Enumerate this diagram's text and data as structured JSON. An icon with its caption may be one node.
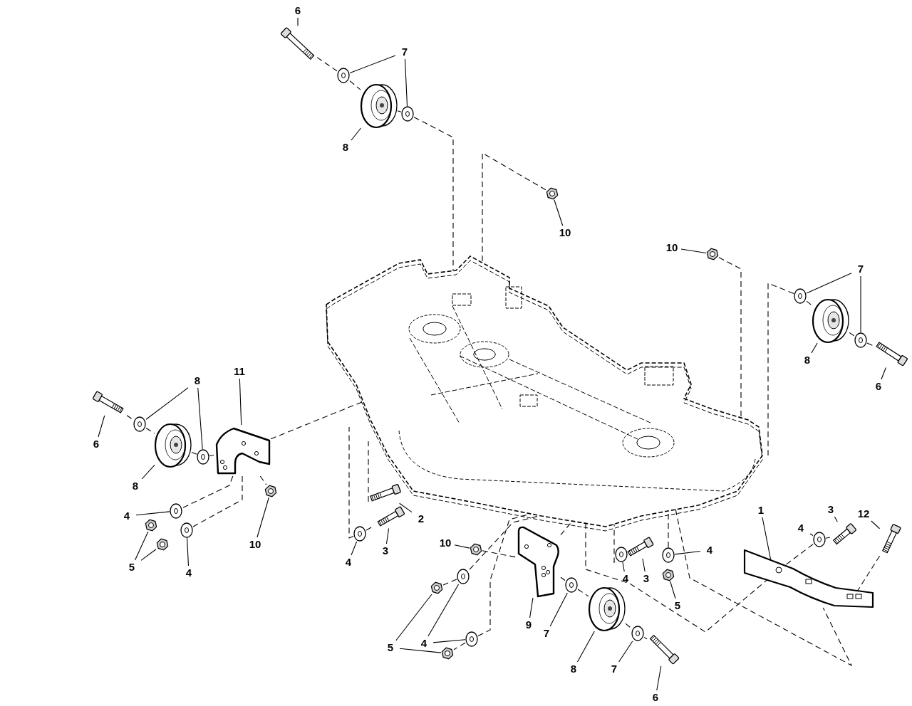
{
  "diagram": {
    "nodes": [
      {
        "text": [
          "6"
        ]
      },
      {
        "text": [],
        "shape": "bolt"
      },
      {
        "text": [
          "7"
        ]
      },
      {
        "text": [],
        "shape": "washer"
      },
      {
        "text": [],
        "shape": "washer"
      },
      {
        "text": [],
        "shape": "wheel"
      },
      {
        "text": [
          "8"
        ]
      },
      {
        "text": [],
        "shape": "nut"
      },
      {
        "text": [
          "10"
        ]
      },
      {
        "text": [
          "10"
        ]
      },
      {
        "text": [],
        "shape": "nut"
      },
      {
        "text": [
          "7"
        ]
      },
      {
        "text": [],
        "shape": "washer"
      },
      {
        "text": [],
        "shape": "wheel"
      },
      {
        "text": [],
        "shape": "washer"
      },
      {
        "text": [],
        "shape": "bolt"
      },
      {
        "text": [
          "8"
        ]
      },
      {
        "text": [
          "6"
        ]
      },
      {
        "text": [],
        "shape": "picture"
      },
      {
        "text": [
          "11"
        ]
      },
      {
        "text": [
          "8"
        ]
      },
      {
        "text": [],
        "shape": "bolt"
      },
      {
        "text": [],
        "shape": "washer"
      },
      {
        "text": [],
        "shape": "wheel"
      },
      {
        "text": [],
        "shape": "washer"
      },
      {
        "text": [],
        "shape": "bracket"
      },
      {
        "text": [
          "6"
        ]
      },
      {
        "text": [
          "8"
        ]
      },
      {
        "text": [],
        "shape": "nut"
      },
      {
        "text": [],
        "shape": "bolt"
      },
      {
        "text": [
          "2"
        ]
      },
      {
        "text": [],
        "shape": "washer"
      },
      {
        "text": [
          "4"
        ]
      },
      {
        "text": [],
        "shape": "nut"
      },
      {
        "text": [],
        "shape": "washer"
      },
      {
        "text": [],
        "shape": "nut"
      },
      {
        "text": [],
        "shape": "bolt"
      },
      {
        "text": [],
        "shape": "washer"
      },
      {
        "text": [
          "10"
        ]
      },
      {
        "text": [
          "3"
        ]
      },
      {
        "text": [
          "4"
        ]
      },
      {
        "text": [
          "5"
        ]
      },
      {
        "text": [
          "4"
        ]
      },
      {
        "text": [
          "10"
        ]
      },
      {
        "text": [],
        "shape": "nut"
      },
      {
        "text": [],
        "shape": "bracket"
      },
      {
        "text": [],
        "shape": "bolt"
      },
      {
        "text": [],
        "shape": "washer"
      },
      {
        "text": [],
        "shape": "washer"
      },
      {
        "text": [
          "4"
        ]
      },
      {
        "text": [],
        "shape": "nut"
      },
      {
        "text": [
          "4"
        ]
      },
      {
        "text": [
          "3"
        ]
      },
      {
        "text": [
          "5"
        ]
      },
      {
        "text": [
          "1"
        ]
      },
      {
        "text": [
          "3"
        ]
      },
      {
        "text": [
          "12"
        ]
      },
      {
        "text": [
          "4"
        ]
      },
      {
        "text": [],
        "shape": "bolt"
      },
      {
        "text": [],
        "shape": "washer"
      },
      {
        "text": [],
        "shape": "bolt"
      },
      {
        "text": [],
        "shape": "bar"
      },
      {
        "text": [],
        "shape": "washer"
      },
      {
        "text": [],
        "shape": "nut"
      },
      {
        "text": [],
        "shape": "washer"
      },
      {
        "text": [],
        "shape": "wheel"
      },
      {
        "text": [],
        "shape": "washer"
      },
      {
        "text": [],
        "shape": "nut"
      },
      {
        "text": [],
        "shape": "washer"
      },
      {
        "text": [],
        "shape": "bolt"
      },
      {
        "text": [
          "9"
        ]
      },
      {
        "text": [
          "7"
        ]
      },
      {
        "text": [
          "4"
        ]
      },
      {
        "text": [
          "5"
        ]
      },
      {
        "text": [
          "8"
        ]
      },
      {
        "text": [
          "7"
        ]
      },
      {
        "text": [
          "6"
        ]
      }
    ],
    "edges": [
      {
        "from": 0,
        "to": 1,
        "arrow": "none"
      },
      {
        "from": 2,
        "to": 3,
        "arrow": "none"
      },
      {
        "from": 2,
        "to": 4,
        "arrow": "none"
      },
      {
        "from": 6,
        "to": 5,
        "arrow": "none"
      },
      {
        "from": 8,
        "to": 7,
        "arrow": "none"
      },
      {
        "from": 9,
        "to": 10,
        "arrow": "none"
      },
      {
        "from": 11,
        "to": 12,
        "arrow": "none"
      },
      {
        "from": 11,
        "to": 14,
        "arrow": "none"
      },
      {
        "from": 16,
        "to": 13,
        "arrow": "none"
      },
      {
        "from": 17,
        "to": 15,
        "arrow": "none"
      },
      {
        "from": 19,
        "to": 25,
        "arrow": "none"
      },
      {
        "from": 20,
        "to": 22,
        "arrow": "none"
      },
      {
        "from": 20,
        "to": 24,
        "arrow": "none"
      },
      {
        "from": 26,
        "to": 21,
        "arrow": "none"
      },
      {
        "from": 27,
        "to": 23,
        "arrow": "none"
      },
      {
        "from": 38,
        "to": 28,
        "arrow": "none"
      },
      {
        "from": 30,
        "to": 29,
        "arrow": "none"
      },
      {
        "from": 32,
        "to": 31,
        "arrow": "none"
      },
      {
        "from": 39,
        "to": 36,
        "arrow": "none"
      },
      {
        "from": 40,
        "to": 37,
        "arrow": "none"
      },
      {
        "from": 41,
        "to": 33,
        "arrow": "none"
      },
      {
        "from": 41,
        "to": 35,
        "arrow": "none"
      },
      {
        "from": 42,
        "to": 34,
        "arrow": "none"
      },
      {
        "from": 43,
        "to": 44,
        "arrow": "none"
      },
      {
        "from": 70,
        "to": 45,
        "arrow": "none"
      },
      {
        "from": 51,
        "to": 47,
        "arrow": "none"
      },
      {
        "from": 52,
        "to": 46,
        "arrow": "none"
      },
      {
        "from": 49,
        "to": 48,
        "arrow": "none"
      },
      {
        "from": 53,
        "to": 50,
        "arrow": "none"
      },
      {
        "from": 54,
        "to": 61,
        "arrow": "none"
      },
      {
        "from": 55,
        "to": 58,
        "arrow": "none"
      },
      {
        "from": 56,
        "to": 60,
        "arrow": "none"
      },
      {
        "from": 57,
        "to": 59,
        "arrow": "none"
      },
      {
        "from": 72,
        "to": 62,
        "arrow": "none"
      },
      {
        "from": 72,
        "to": 66,
        "arrow": "none"
      },
      {
        "from": 73,
        "to": 63,
        "arrow": "none"
      },
      {
        "from": 73,
        "to": 67,
        "arrow": "none"
      },
      {
        "from": 71,
        "to": 64,
        "arrow": "none"
      },
      {
        "from": 74,
        "to": 65,
        "arrow": "none"
      },
      {
        "from": 75,
        "to": 68,
        "arrow": "none"
      },
      {
        "from": 76,
        "to": 69,
        "arrow": "none"
      },
      {
        "from": 1,
        "to": 3,
        "arrow": "none",
        "style": "dashed"
      },
      {
        "from": 3,
        "to": 5,
        "arrow": "none",
        "style": "dashed"
      },
      {
        "from": 5,
        "to": 4,
        "arrow": "none",
        "style": "dashed"
      },
      {
        "from": 4,
        "to": 18,
        "arrow": "none",
        "style": "dashed"
      },
      {
        "from": 7,
        "to": 18,
        "arrow": "none",
        "style": "dashed"
      },
      {
        "from": 10,
        "to": 18,
        "arrow": "none",
        "style": "dashed"
      },
      {
        "from": 12,
        "to": 18,
        "arrow": "none",
        "style": "dashed"
      },
      {
        "from": 12,
        "to": 13,
        "arrow": "none",
        "style": "dashed"
      },
      {
        "from": 13,
        "to": 14,
        "arrow": "none",
        "style": "dashed"
      },
      {
        "from": 14,
        "to": 15,
        "arrow": "none",
        "style": "dashed"
      },
      {
        "from": 21,
        "to": 22,
        "arrow": "none",
        "style": "dashed"
      },
      {
        "from": 22,
        "to": 23,
        "arrow": "none",
        "style": "dashed"
      },
      {
        "from": 23,
        "to": 24,
        "arrow": "none",
        "style": "dashed"
      },
      {
        "from": 24,
        "to": 25,
        "arrow": "none",
        "style": "dashed"
      },
      {
        "from": 25,
        "to": 18,
        "arrow": "none",
        "style": "dashed"
      },
      {
        "from": 25,
        "to": 31,
        "arrow": "none",
        "style": "dashed"
      },
      {
        "from": 25,
        "to": 34,
        "arrow": "none",
        "style": "dashed"
      },
      {
        "from": 25,
        "to": 28,
        "arrow": "none",
        "style": "dashed"
      },
      {
        "from": 29,
        "to": 18,
        "arrow": "none",
        "style": "dashed"
      },
      {
        "from": 37,
        "to": 36,
        "arrow": "none",
        "style": "dashed"
      },
      {
        "from": 37,
        "to": 18,
        "arrow": "none",
        "style": "dashed"
      },
      {
        "from": 44,
        "to": 45,
        "arrow": "none",
        "style": "dashed"
      },
      {
        "from": 45,
        "to": 64,
        "arrow": "none",
        "style": "dashed"
      },
      {
        "from": 64,
        "to": 65,
        "arrow": "none",
        "style": "dashed"
      },
      {
        "from": 65,
        "to": 68,
        "arrow": "none",
        "style": "dashed"
      },
      {
        "from": 68,
        "to": 69,
        "arrow": "none",
        "style": "dashed"
      },
      {
        "from": 45,
        "to": 18,
        "arrow": "none",
        "style": "dashed"
      },
      {
        "from": 62,
        "to": 18,
        "arrow": "none",
        "style": "dashed"
      },
      {
        "from": 66,
        "to": 18,
        "arrow": "none",
        "style": "dashed"
      },
      {
        "from": 62,
        "to": 63,
        "arrow": "none",
        "style": "dashed"
      },
      {
        "from": 66,
        "to": 67,
        "arrow": "none",
        "style": "dashed"
      },
      {
        "from": 47,
        "to": 18,
        "arrow": "none",
        "style": "dashed"
      },
      {
        "from": 48,
        "to": 18,
        "arrow": "none",
        "style": "dashed"
      },
      {
        "from": 18,
        "to": 61,
        "arrow": "none",
        "style": "dashed"
      },
      {
        "from": 18,
        "to": 61,
        "arrow": "none",
        "style": "dashed"
      },
      {
        "from": 60,
        "to": 61,
        "arrow": "none",
        "style": "dashed"
      },
      {
        "from": 59,
        "to": 58,
        "arrow": "none",
        "style": "dashed"
      },
      {
        "from": 59,
        "to": 61,
        "arrow": "none",
        "style": "dashed"
      }
    ]
  }
}
